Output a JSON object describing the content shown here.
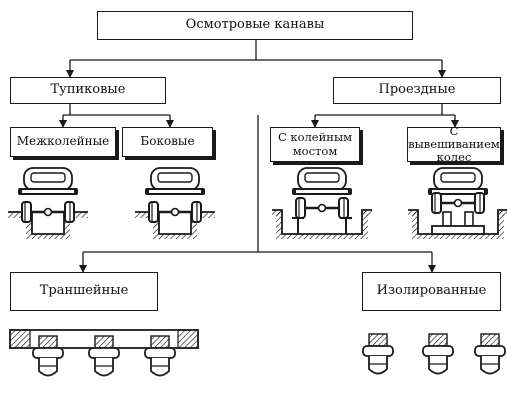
{
  "diagram": {
    "root": "Осмотровые канавы",
    "dead_end": "Тупиковые",
    "through": "Проездные",
    "between_track": "Межколейные",
    "side": "Боковые",
    "track_bridge": "С колейным мостом",
    "hanging_wheels": "С вывешиванием колес",
    "trench": "Траншейные",
    "isolated": "Изолированные"
  },
  "colors": {
    "line": "#1a1a1a",
    "background": "#ffffff"
  }
}
